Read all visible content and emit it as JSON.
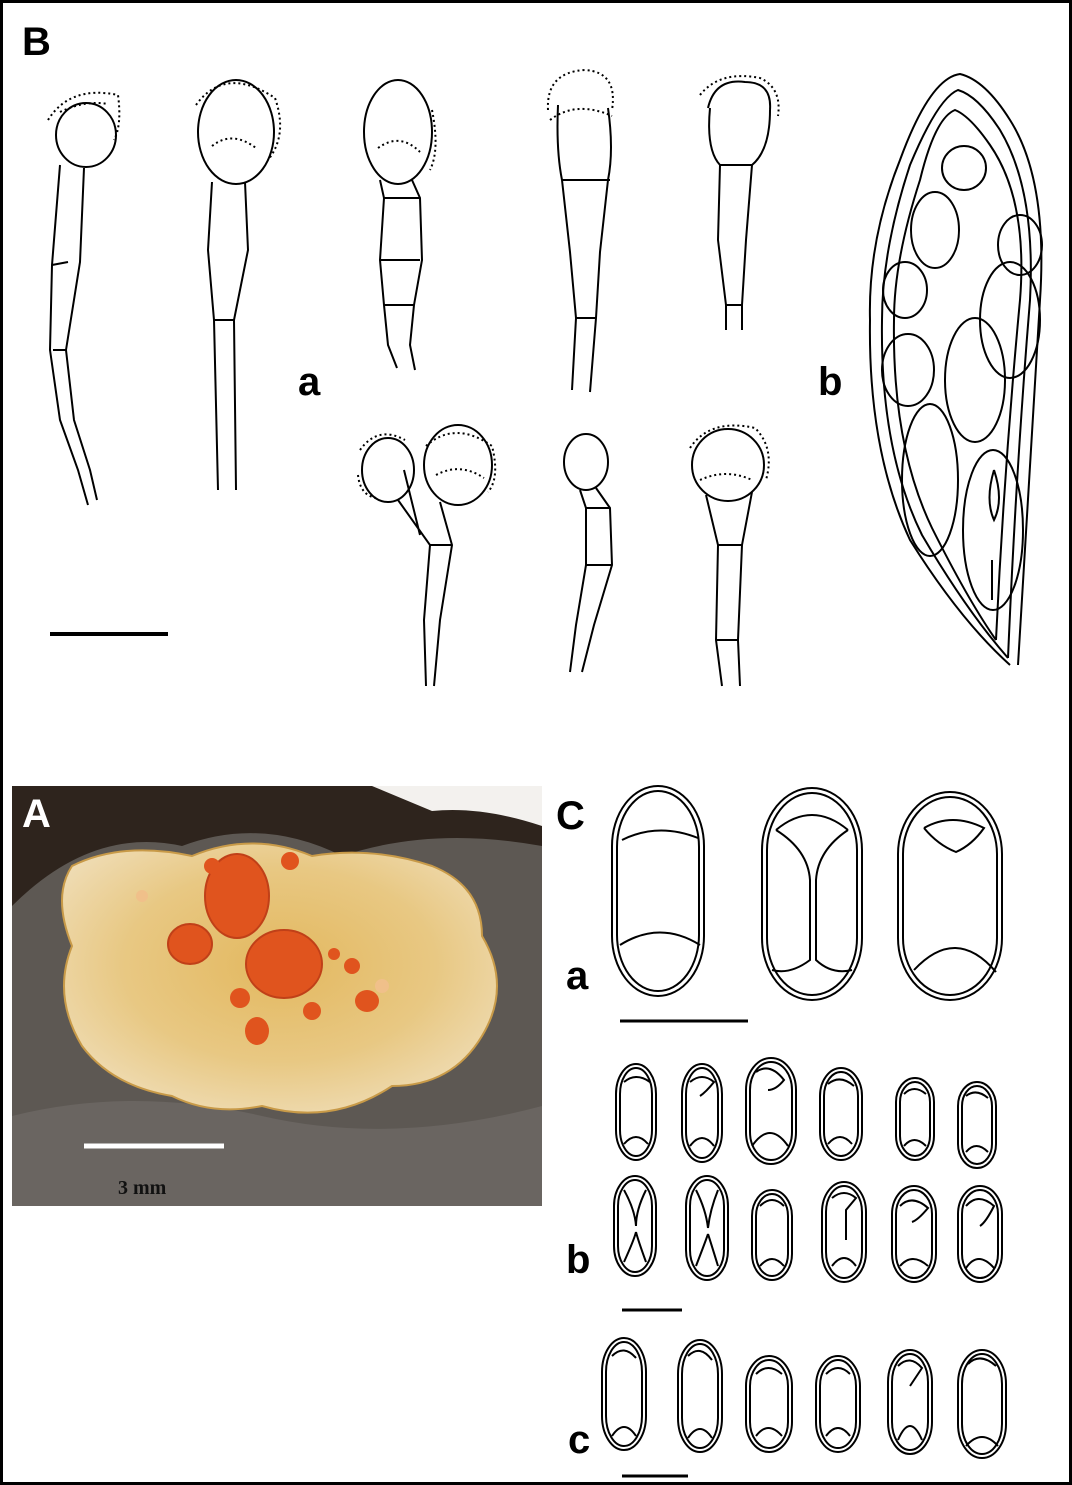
{
  "panels": {
    "B": {
      "label": "B",
      "sub_a": "a",
      "sub_b": "b"
    },
    "A": {
      "label": "A",
      "scale_text": "3 mm"
    },
    "C": {
      "label": "C",
      "sub_a": "a",
      "sub_b": "b",
      "sub_c": "c"
    }
  },
  "colors": {
    "ink": "#000000",
    "substrate_dark": "#2e241d",
    "substrate_grey": "#5d5853",
    "thallus_yellow": "#e3b85f",
    "thallus_pale": "#efdcb4",
    "apothecium_orange": "#e0541e"
  }
}
